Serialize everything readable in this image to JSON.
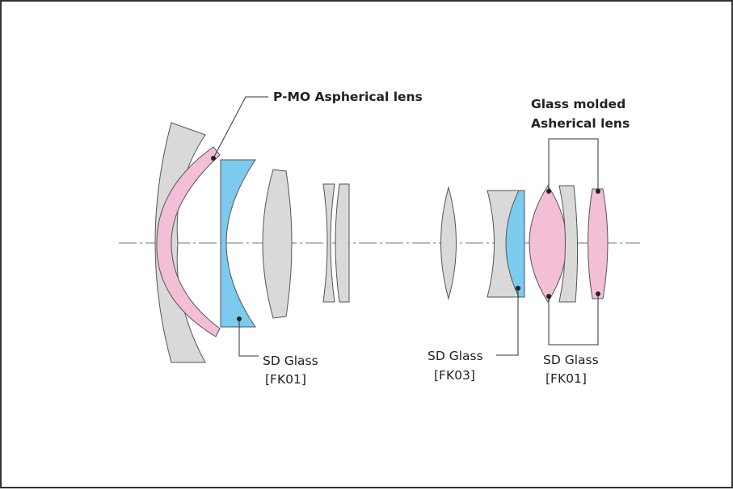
{
  "colors": {
    "gray_lens": "#d9d9d9",
    "pink_lens": "#f2bfd7",
    "blue_lens": "#7ccbee",
    "outline": "#555555",
    "axis": "#777777",
    "leader": "#333333"
  },
  "labels": {
    "pmo": "P-MO Aspherical lens",
    "glass_molded_line1": "Glass molded",
    "glass_molded_line2": "Asherical lens",
    "sd_left_line1": "SD Glass",
    "sd_left_line2": "[FK01]",
    "sd_mid_line1": "SD Glass",
    "sd_mid_line2": "[FK03]",
    "sd_right_line1": "SD Glass",
    "sd_right_line2": "[FK01]"
  }
}
